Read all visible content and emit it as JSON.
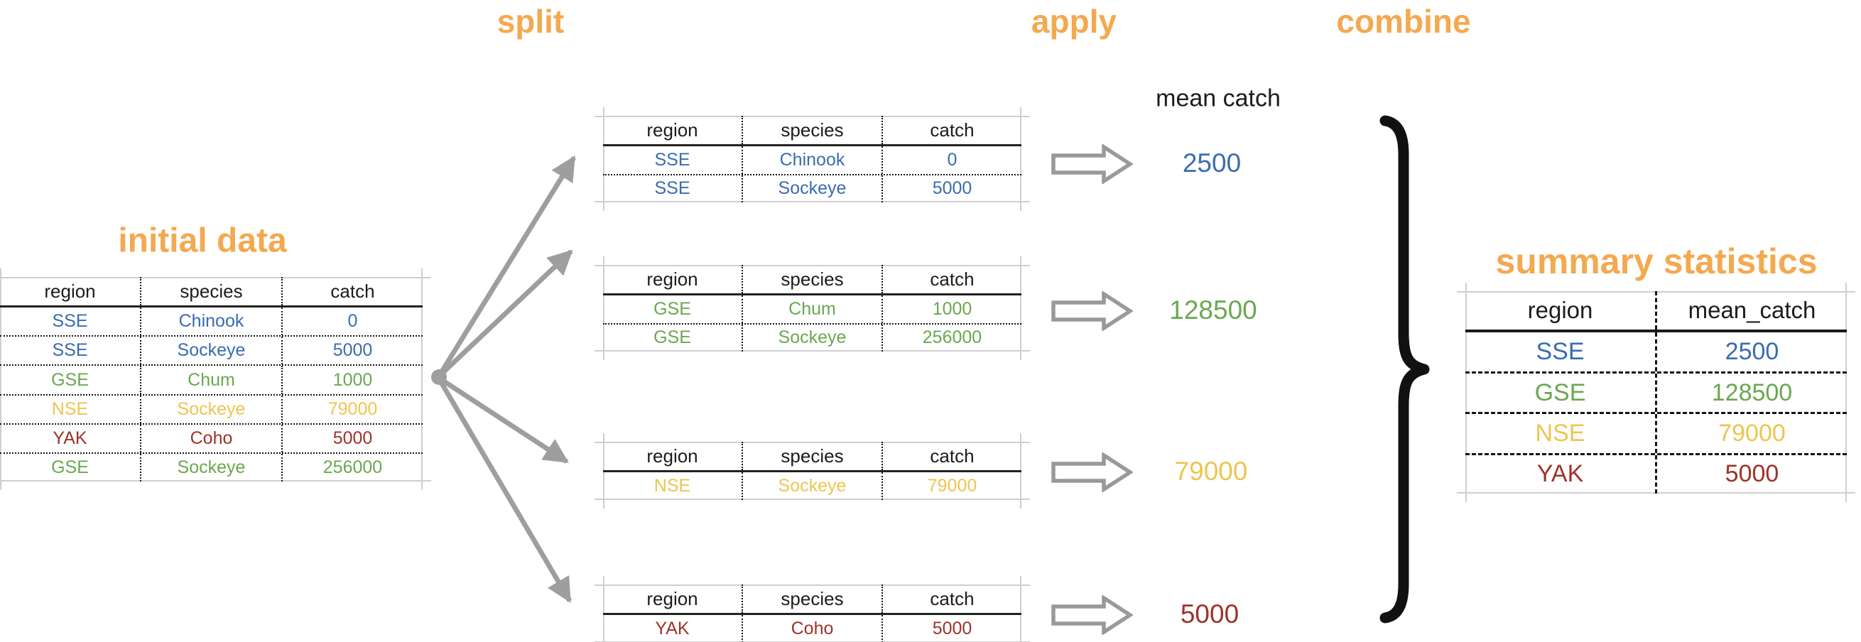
{
  "palette": {
    "orange": "#F3A950",
    "blue": "#3A6CB0",
    "green": "#6AA84F",
    "yellow": "#EDC54F",
    "red": "#9E332A",
    "arrow_gray": "#9E9E9E",
    "text_black": "#1C1C1C",
    "gridline_gray": "#CFCFCF"
  },
  "stage_labels": {
    "split": "split",
    "apply": "apply",
    "combine": "combine"
  },
  "section_titles": {
    "initial_data": "initial data",
    "summary_statistics": "summary statistics"
  },
  "apply_column_label": "mean catch",
  "initial_table": {
    "columns": [
      "region",
      "species",
      "catch"
    ],
    "rows": [
      {
        "color": "blue",
        "cells": [
          "SSE",
          "Chinook",
          "0"
        ]
      },
      {
        "color": "blue",
        "cells": [
          "SSE",
          "Sockeye",
          "5000"
        ]
      },
      {
        "color": "green",
        "cells": [
          "GSE",
          "Chum",
          "1000"
        ]
      },
      {
        "color": "yellow",
        "cells": [
          "NSE",
          "Sockeye",
          "79000"
        ]
      },
      {
        "color": "red",
        "cells": [
          "YAK",
          "Coho",
          "5000"
        ]
      },
      {
        "color": "green",
        "cells": [
          "GSE",
          "Sockeye",
          "256000"
        ]
      }
    ]
  },
  "split_tables": [
    {
      "columns": [
        "region",
        "species",
        "catch"
      ],
      "rows": [
        {
          "color": "blue",
          "cells": [
            "SSE",
            "Chinook",
            "0"
          ]
        },
        {
          "color": "blue",
          "cells": [
            "SSE",
            "Sockeye",
            "5000"
          ]
        }
      ]
    },
    {
      "columns": [
        "region",
        "species",
        "catch"
      ],
      "rows": [
        {
          "color": "green",
          "cells": [
            "GSE",
            "Chum",
            "1000"
          ]
        },
        {
          "color": "green",
          "cells": [
            "GSE",
            "Sockeye",
            "256000"
          ]
        }
      ]
    },
    {
      "columns": [
        "region",
        "species",
        "catch"
      ],
      "rows": [
        {
          "color": "yellow",
          "cells": [
            "NSE",
            "Sockeye",
            "79000"
          ]
        }
      ]
    },
    {
      "columns": [
        "region",
        "species",
        "catch"
      ],
      "rows": [
        {
          "color": "red",
          "cells": [
            "YAK",
            "Coho",
            "5000"
          ]
        }
      ]
    }
  ],
  "apply_results": [
    {
      "color": "blue",
      "value": "2500"
    },
    {
      "color": "green",
      "value": "128500"
    },
    {
      "color": "yellow",
      "value": "79000"
    },
    {
      "color": "red",
      "value": "5000"
    }
  ],
  "summary_table": {
    "columns": [
      "region",
      "mean_catch"
    ],
    "rows": [
      {
        "color": "blue",
        "cells": [
          "SSE",
          "2500"
        ]
      },
      {
        "color": "green",
        "cells": [
          "GSE",
          "128500"
        ]
      },
      {
        "color": "yellow",
        "cells": [
          "NSE",
          "79000"
        ]
      },
      {
        "color": "red",
        "cells": [
          "YAK",
          "5000"
        ]
      }
    ]
  }
}
